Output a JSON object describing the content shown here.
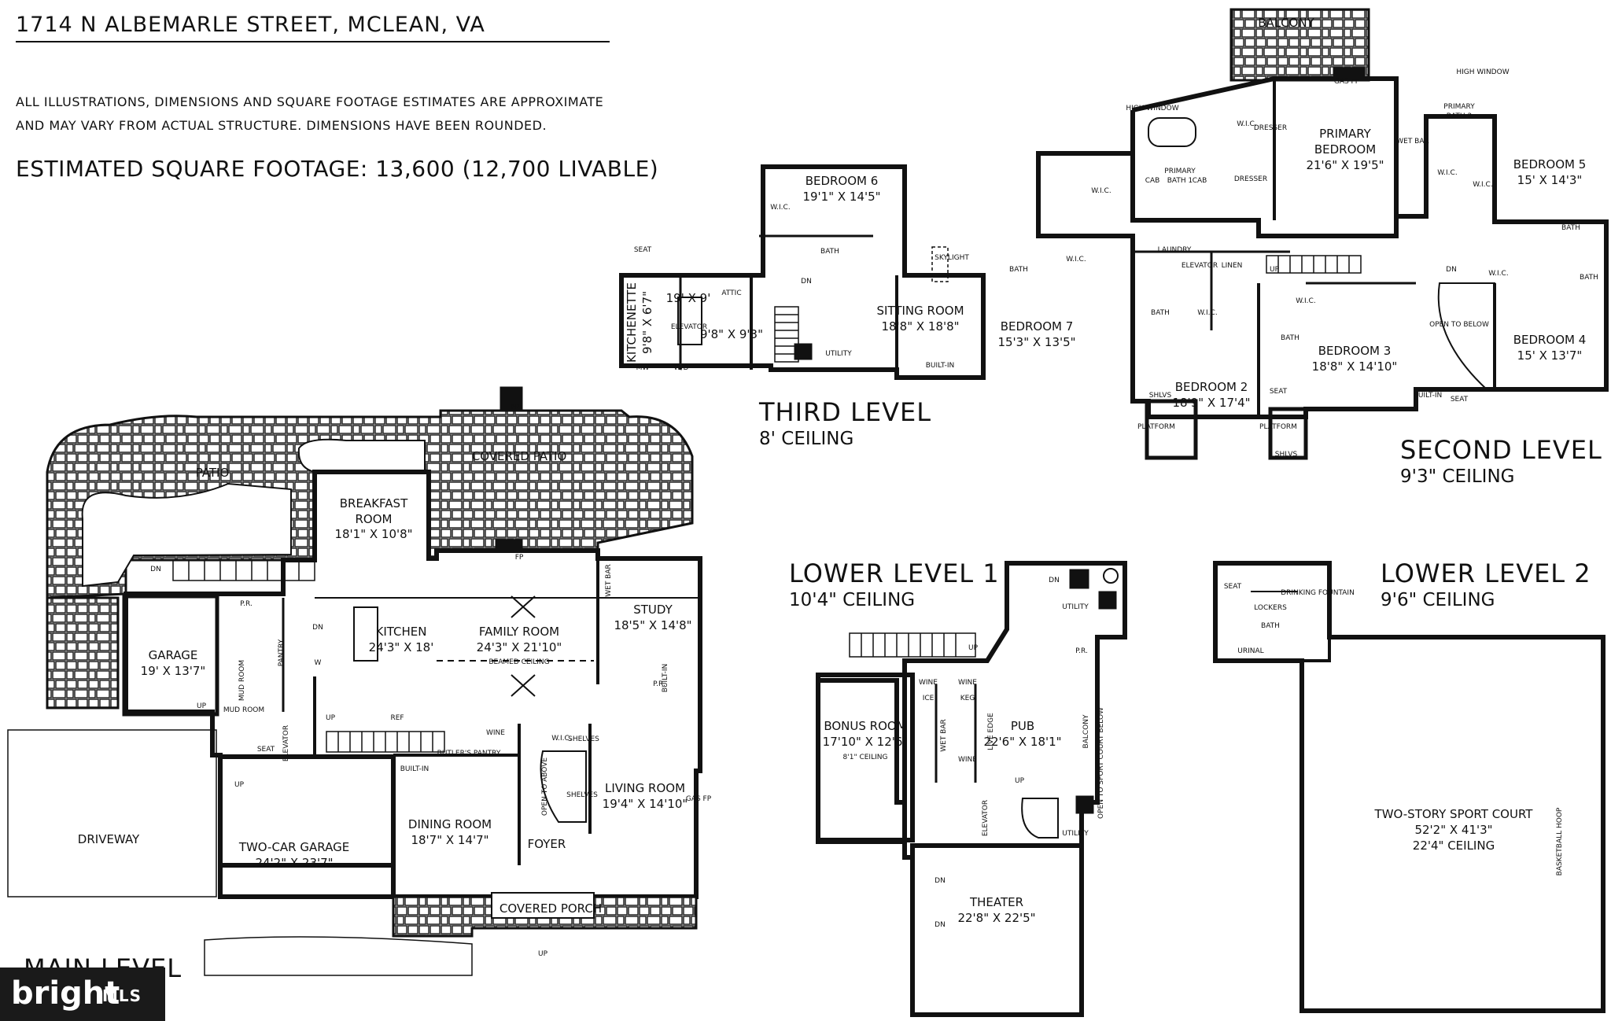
{
  "header": {
    "address": "1714 N ALBEMARLE STREET, MCLEAN, VA",
    "disclaimer_line1": "ALL ILLUSTRATIONS, DIMENSIONS AND SQUARE FOOTAGE ESTIMATES ARE APPROXIMATE",
    "disclaimer_line2": "AND MAY VARY FROM ACTUAL STRUCTURE. DIMENSIONS HAVE BEEN ROUNDED.",
    "square_footage": "ESTIMATED SQUARE FOOTAGE: 13,600 (12,700 LIVABLE)"
  },
  "levels": {
    "third": {
      "name": "THIRD LEVEL",
      "ceiling": "8' CEILING"
    },
    "second": {
      "name": "SECOND LEVEL",
      "ceiling": "9'3\" CEILING"
    },
    "lower1": {
      "name": "LOWER LEVEL 1",
      "ceiling": "10'4\" CEILING"
    },
    "lower2": {
      "name": "LOWER LEVEL 2",
      "ceiling": "9'6\" CEILING"
    },
    "main": {
      "name": "MAIN LEVEL"
    }
  },
  "rooms": {
    "third": {
      "bedroom6": {
        "name": "BEDROOM 6",
        "dim": "19'1\" X 14'5\""
      },
      "attic_room": {
        "dim": "19' X 9'"
      },
      "kitchenette": {
        "name": "KITCHENETTE",
        "dim": "9'8\" X 6'7\""
      },
      "small_room": {
        "dim": "9'8\" X 9'3\""
      },
      "sitting": {
        "name": "SITTING ROOM",
        "dim": "18'8\" X 18'8\""
      },
      "bedroom7": {
        "name": "BEDROOM 7",
        "dim": "15'3\" X 13'5\""
      },
      "labels": [
        "ATTIC",
        "BATH",
        "BATH",
        "W.I.C.",
        "W.I.C.",
        "UTILITY",
        "ELEVATOR",
        "BUILT-IN",
        "SEAT",
        "DN",
        "W/D",
        "SKYLIGHT",
        "MW"
      ]
    },
    "second": {
      "balcony": {
        "name": "BALCONY"
      },
      "primary": {
        "name1": "PRIMARY",
        "name2": "BEDROOM",
        "dim": "21'6\" X 19'5\""
      },
      "primary_bath1": {
        "name1": "PRIMARY",
        "name2": "BATH 1"
      },
      "primary_bath2": {
        "name1": "PRIMARY",
        "name2": "BATH 2"
      },
      "bedroom5": {
        "name": "BEDROOM 5",
        "dim": "15' X 14'3\""
      },
      "bedroom4": {
        "name": "BEDROOM 4",
        "dim": "15' X 13'7\""
      },
      "bedroom3": {
        "name": "BEDROOM 3",
        "dim": "18'8\" X 14'10\""
      },
      "bedroom2": {
        "name": "BEDROOM 2",
        "dim": "18'9\" X 17'4\""
      },
      "labels": [
        "W.I.C.",
        "W.I.C.",
        "W.I.C.",
        "W.I.C.",
        "W.I.C.",
        "W.I.C.",
        "W.I.C.",
        "BATH",
        "BATH",
        "BATH",
        "BATH",
        "LAUNDRY",
        "ELEVATOR",
        "LINEN",
        "WET BAR",
        "DRESSER",
        "DRESSER",
        "GAS FP",
        "OPEN TO BELOW",
        "HIGH WINDOW",
        "HIGH WINDOW",
        "PLATFORM",
        "PLATFORM",
        "SHLVS",
        "SHLVS",
        "BUILT-IN",
        "SEAT",
        "SEAT",
        "UP",
        "DN",
        "CAB",
        "CAB"
      ]
    },
    "lower1": {
      "bonus": {
        "name": "BONUS ROOM",
        "dim": "17'10\" X 12'6\"",
        "ceiling": "8'1\" CEILING"
      },
      "pub": {
        "name": "PUB",
        "dim": "22'6\" X 18'1\""
      },
      "theater": {
        "name": "THEATER",
        "dim": "22'8\" X 22'5\""
      },
      "labels": [
        "UTILITY",
        "UTILITY",
        "P.R.",
        "WET BAR",
        "BALCONY",
        "OPEN TO SPORT COURT BELOW",
        "ELEVATOR",
        "WINE",
        "WINE",
        "WINE",
        "ICE",
        "KEG",
        "LIVE EDGE",
        "UP",
        "UP",
        "DN",
        "DN",
        "DN"
      ]
    },
    "lower2": {
      "sport": {
        "name": "TWO-STORY SPORT COURT",
        "dim": "52'2\" X 41'3\"",
        "ceiling": "22'4\" CEILING"
      },
      "labels": [
        "BATH",
        "LOCKERS",
        "DRINKING FOUNTAIN",
        "URINAL",
        "SEAT",
        "BASKETBALL HOOP"
      ]
    },
    "main": {
      "patio": {
        "name": "PATIO"
      },
      "covered_patio": {
        "name": "COVERED PATIO"
      },
      "breakfast": {
        "name1": "BREAKFAST",
        "name2": "ROOM",
        "dim": "18'1\" X 10'8\""
      },
      "garage": {
        "name": "GARAGE",
        "dim": "19' X 13'7\""
      },
      "kitchen": {
        "name": "KITCHEN",
        "dim": "24'3\" X 18'"
      },
      "family": {
        "name": "FAMILY ROOM",
        "dim": "24'3\" X 21'10\"",
        "note": "BEAMED CEILING"
      },
      "study": {
        "name": "STUDY",
        "dim": "18'5\" X 14'8\""
      },
      "two_car": {
        "name": "TWO-CAR GARAGE",
        "dim": "24'2\" X 23'7\""
      },
      "dining": {
        "name": "DINING ROOM",
        "dim": "18'7\" X 14'7\""
      },
      "living": {
        "name": "LIVING ROOM",
        "dim": "19'4\" X 14'10\""
      },
      "foyer": {
        "name": "FOYER"
      },
      "covered_porch": {
        "name": "COVERED PORCH"
      },
      "driveway": {
        "name": "DRIVEWAY"
      },
      "labels": [
        "MUD ROOM",
        "MUD ROOM",
        "PANTRY",
        "P.R.",
        "P.R.",
        "BUTLER'S PANTRY",
        "W.I.C.",
        "SHELVES",
        "SHELVES",
        "OPEN TO ABOVE",
        "ELEVATOR",
        "SEAT",
        "WET BAR",
        "GAS FP",
        "FP",
        "FP",
        "BUILT-IN",
        "BUILT-IN",
        "WINE",
        "REF",
        "UP",
        "UP",
        "UP",
        "UP",
        "DN",
        "DN",
        "W",
        "D"
      ]
    }
  },
  "footer": {
    "logo_word": "bright",
    "logo_mls": "MLS"
  }
}
